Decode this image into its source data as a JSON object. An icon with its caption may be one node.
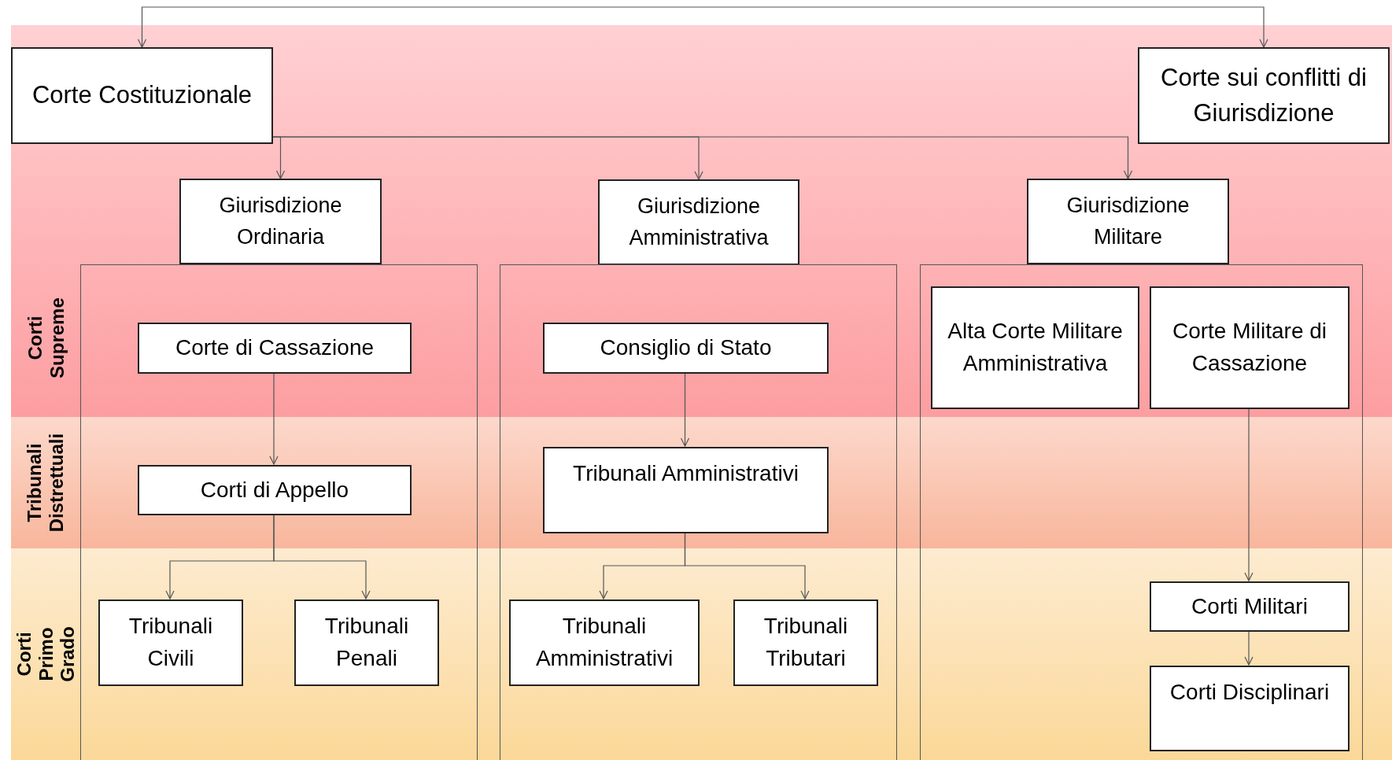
{
  "diagram": {
    "nodes": [
      {
        "text": [
          "Corte Costituzionale"
        ]
      },
      {
        "text": [
          "Corte sui conflitti di Giurisdizione"
        ]
      },
      {
        "text": [
          "Giurisdizione Ordinaria"
        ]
      },
      {
        "text": [
          "Giurisdizione Amministrativa"
        ]
      },
      {
        "text": [
          "Giurisdizione Militare"
        ]
      },
      {
        "text": [],
        "shape": "box"
      },
      {
        "text": [
          "Corte di Cassazione"
        ],
        "in": 5
      },
      {
        "text": [
          "Corti di Appello"
        ],
        "in": 5
      },
      {
        "text": [
          "Tribunali Civili"
        ],
        "in": 5
      },
      {
        "text": [
          "Tribunali Penali"
        ],
        "in": 5
      },
      {
        "text": [],
        "shape": "box"
      },
      {
        "text": [
          "Consiglio di Stato"
        ],
        "in": 10
      },
      {
        "text": [
          "Tribunali Amministrativi"
        ],
        "in": 10
      },
      {
        "text": [
          "Tribunali Amministrativi"
        ],
        "in": 10
      },
      {
        "text": [
          "Tribunali Tributari"
        ],
        "in": 10
      },
      {
        "text": [],
        "shape": "box"
      },
      {
        "text": [
          "Alta Corte Militare Amministrativa"
        ],
        "in": 15
      },
      {
        "text": [
          "Corte Militare di Cassazione"
        ],
        "in": 15
      },
      {
        "text": [
          "Corti Militari"
        ],
        "in": 15
      },
      {
        "text": [
          "Corti Disciplinari"
        ],
        "in": 15
      }
    ],
    "edges": [
      {
        "from": 0,
        "to": 1,
        "arrow": "both"
      },
      {
        "from": 0,
        "to": 2,
        "arrow": "to"
      },
      {
        "from": 0,
        "to": 3,
        "arrow": "to"
      },
      {
        "from": 0,
        "to": 4,
        "arrow": "to"
      },
      {
        "from": 6,
        "to": 7,
        "arrow": "to"
      },
      {
        "from": 7,
        "to": 8,
        "arrow": "to"
      },
      {
        "from": 7,
        "to": 9,
        "arrow": "to"
      },
      {
        "from": 11,
        "to": 12,
        "arrow": "to"
      },
      {
        "from": 12,
        "to": 13,
        "arrow": "to"
      },
      {
        "from": 12,
        "to": 14,
        "arrow": "to"
      },
      {
        "from": 17,
        "to": 18,
        "arrow": "to"
      },
      {
        "from": 18,
        "to": 19,
        "arrow": "to"
      }
    ],
    "labels": [
      "Corti Supreme",
      "Tribunali Distrettuali",
      "Corti Primo Grado"
    ]
  }
}
